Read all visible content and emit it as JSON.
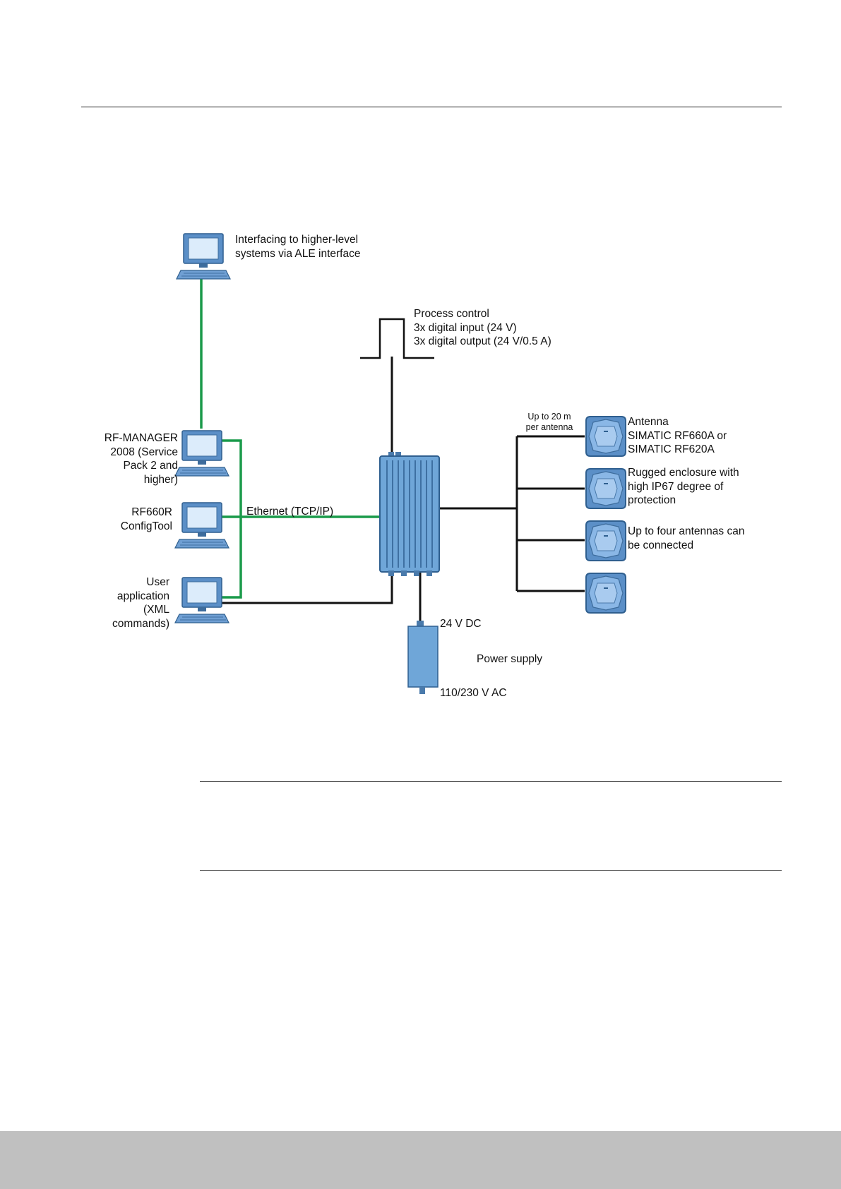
{
  "labels": {
    "ale_interface": "Interfacing to higher-level\nsystems via ALE interface",
    "process_control": "Process control\n3x digital input (24 V)\n3x digital output (24 V/0.5 A)",
    "rf_manager": "RF-MANAGER\n2008 (Service\nPack 2 and\nhigher)",
    "config_tool": "RF660R\nConfigTool",
    "user_app": "User\napplication\n(XML\ncommands)",
    "ethernet": "Ethernet (TCP/IP)",
    "cable_length": "Up to 20 m\nper antenna",
    "antenna": "Antenna\nSIMATIC RF660A or\nSIMATIC RF620A",
    "enclosure": "Rugged enclosure with\nhigh IP67 degree of\nprotection",
    "four_antennas": "Up to four antennas can\nbe connected",
    "dc_24v": "24 V DC",
    "power_supply": "Power supply",
    "ac_input": "110/230 V AC"
  },
  "colors": {
    "ethernet_line": "#1a9a4a",
    "device_blue": "#6fa6d8",
    "device_dark": "#2f5f8f",
    "wire": "#111111"
  }
}
